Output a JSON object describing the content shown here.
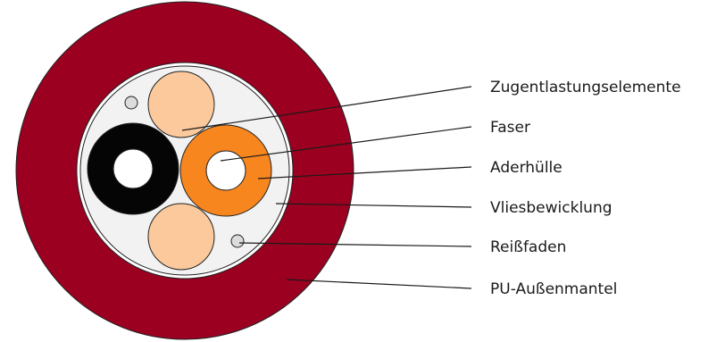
{
  "labels": {
    "strain_relief": "Zugentlastungselemente",
    "fiber": "Faser",
    "buffer_tube": "Aderhülle",
    "fleece_wrap": "Vliesbewicklung",
    "rip_cord": "Reißfaden",
    "pu_jacket": "PU-Außenmantel"
  },
  "colors": {
    "outer_jacket": "#9b0020",
    "inner_core": "#f2f2f2",
    "strain_relief": "#fbc99b",
    "buffer_tube_orange": "#f7861e",
    "buffer_tube_black": "#050505",
    "fiber": "#ffffff",
    "rip_cord": "#dcdcdc",
    "leader_line": "#1a1a1a"
  }
}
